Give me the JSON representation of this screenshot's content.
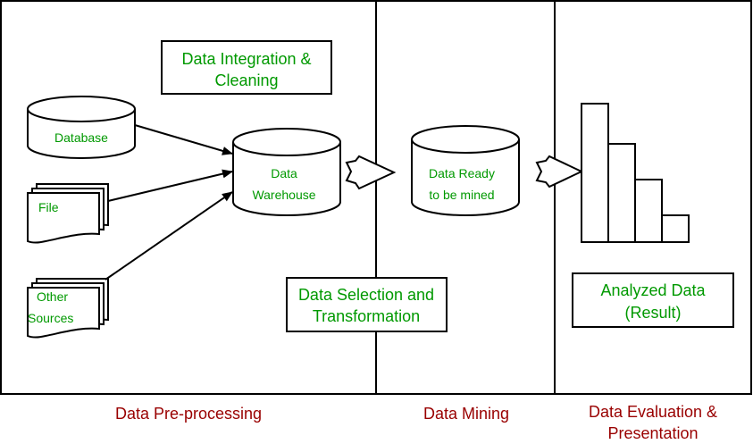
{
  "diagram": {
    "sections": {
      "preprocessing": "Data Pre-processing",
      "mining": "Data Mining",
      "evaluation_line1": "Data Evaluation &",
      "evaluation_line2": "Presentation"
    },
    "boxes": {
      "integration_line1": "Data Integration &",
      "integration_line2": "Cleaning",
      "selection_line1": "Data Selection and",
      "selection_line2": "Transformation",
      "analyzed_line1": "Analyzed Data",
      "analyzed_line2": "(Result)"
    },
    "nodes": {
      "database": "Database",
      "file": "File",
      "other_line1": "Other",
      "other_line2": "Sources",
      "warehouse_line1": "Data",
      "warehouse_line2": "Warehouse",
      "ready_line1": "Data Ready",
      "ready_line2": "to be mined"
    },
    "colors": {
      "text_green": "#009900",
      "section_label": "#990000",
      "stroke": "#000000"
    }
  }
}
